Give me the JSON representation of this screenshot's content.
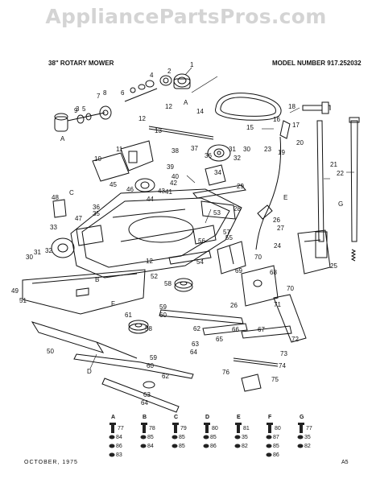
{
  "watermark": "AppliancePartsPros.com",
  "title": "38\" ROTARY MOWER",
  "model": "MODEL NUMBER 917.252032",
  "footer": {
    "date": "OCTOBER, 1975",
    "page": "A5"
  },
  "labels": [
    {
      "id": "l1",
      "t": "1"
    },
    {
      "id": "l2",
      "t": "2"
    },
    {
      "id": "l3",
      "t": "3"
    },
    {
      "id": "l4",
      "t": "4"
    },
    {
      "id": "l5",
      "t": "5"
    },
    {
      "id": "l6",
      "t": "6"
    },
    {
      "id": "l7",
      "t": "7"
    },
    {
      "id": "l8",
      "t": "8"
    },
    {
      "id": "l9",
      "t": "9"
    },
    {
      "id": "l10",
      "t": "10"
    },
    {
      "id": "l11",
      "t": "11"
    },
    {
      "id": "l12a",
      "t": "12"
    },
    {
      "id": "l12b",
      "t": "12"
    },
    {
      "id": "l12c",
      "t": "12"
    },
    {
      "id": "l13",
      "t": "13"
    },
    {
      "id": "l14",
      "t": "14"
    },
    {
      "id": "l15",
      "t": "15"
    },
    {
      "id": "l16",
      "t": "16"
    },
    {
      "id": "l17",
      "t": "17"
    },
    {
      "id": "l18",
      "t": "18"
    },
    {
      "id": "l19",
      "t": "19"
    },
    {
      "id": "l20",
      "t": "20"
    },
    {
      "id": "l21",
      "t": "21"
    },
    {
      "id": "l22",
      "t": "22"
    },
    {
      "id": "l23",
      "t": "23"
    },
    {
      "id": "l24",
      "t": "24"
    },
    {
      "id": "l25",
      "t": "25"
    },
    {
      "id": "l26a",
      "t": "26"
    },
    {
      "id": "l26b",
      "t": "26"
    },
    {
      "id": "l27",
      "t": "27"
    },
    {
      "id": "l28",
      "t": "28"
    },
    {
      "id": "l29",
      "t": "29"
    },
    {
      "id": "l30a",
      "t": "30"
    },
    {
      "id": "l30b",
      "t": "30"
    },
    {
      "id": "l31a",
      "t": "31"
    },
    {
      "id": "l31b",
      "t": "31"
    },
    {
      "id": "l32a",
      "t": "32"
    },
    {
      "id": "l32b",
      "t": "32"
    },
    {
      "id": "l33",
      "t": "33"
    },
    {
      "id": "l34",
      "t": "34"
    },
    {
      "id": "l35a",
      "t": "35"
    },
    {
      "id": "l36a",
      "t": "36"
    },
    {
      "id": "l36b",
      "t": "36"
    },
    {
      "id": "l37",
      "t": "37"
    },
    {
      "id": "l38",
      "t": "38"
    },
    {
      "id": "l39",
      "t": "39"
    },
    {
      "id": "l40",
      "t": "40"
    },
    {
      "id": "l41",
      "t": "41"
    },
    {
      "id": "l42",
      "t": "42"
    },
    {
      "id": "l43",
      "t": "43"
    },
    {
      "id": "l44",
      "t": "44"
    },
    {
      "id": "l45",
      "t": "45"
    },
    {
      "id": "l46",
      "t": "46"
    },
    {
      "id": "l47",
      "t": "47"
    },
    {
      "id": "l48",
      "t": "48"
    },
    {
      "id": "l49",
      "t": "49"
    },
    {
      "id": "l50",
      "t": "50"
    },
    {
      "id": "l51",
      "t": "51"
    },
    {
      "id": "l52",
      "t": "52"
    },
    {
      "id": "l53",
      "t": "53"
    },
    {
      "id": "l54",
      "t": "54"
    },
    {
      "id": "l55",
      "t": "55"
    },
    {
      "id": "l56",
      "t": "56"
    },
    {
      "id": "l57",
      "t": "57"
    },
    {
      "id": "l58a",
      "t": "58"
    },
    {
      "id": "l58b",
      "t": "58"
    },
    {
      "id": "l59a",
      "t": "59"
    },
    {
      "id": "l59b",
      "t": "59"
    },
    {
      "id": "l60a",
      "t": "60"
    },
    {
      "id": "l60b",
      "t": "60"
    },
    {
      "id": "l61",
      "t": "61"
    },
    {
      "id": "l62a",
      "t": "62"
    },
    {
      "id": "l62b",
      "t": "62"
    },
    {
      "id": "l63a",
      "t": "63"
    },
    {
      "id": "l63b",
      "t": "63"
    },
    {
      "id": "l64a",
      "t": "64"
    },
    {
      "id": "l64b",
      "t": "64"
    },
    {
      "id": "l65",
      "t": "65"
    },
    {
      "id": "l66",
      "t": "66"
    },
    {
      "id": "l67",
      "t": "67"
    },
    {
      "id": "l68",
      "t": "68"
    },
    {
      "id": "l69",
      "t": "69"
    },
    {
      "id": "l70a",
      "t": "70"
    },
    {
      "id": "l70b",
      "t": "70"
    },
    {
      "id": "l71",
      "t": "71"
    },
    {
      "id": "l72",
      "t": "72"
    },
    {
      "id": "l73",
      "t": "73"
    },
    {
      "id": "l74",
      "t": "74"
    },
    {
      "id": "l75",
      "t": "75"
    },
    {
      "id": "l76",
      "t": "76"
    },
    {
      "id": "lA1",
      "t": "A"
    },
    {
      "id": "lA2",
      "t": "A"
    },
    {
      "id": "lB",
      "t": "B"
    },
    {
      "id": "lC",
      "t": "C"
    },
    {
      "id": "lD",
      "t": "D"
    },
    {
      "id": "lE",
      "t": "E"
    },
    {
      "id": "lF",
      "t": "F"
    },
    {
      "id": "lG",
      "t": "G"
    }
  ],
  "hardware_key": [
    {
      "letter": "A",
      "parts": [
        "77",
        "84",
        "86",
        "83"
      ]
    },
    {
      "letter": "B",
      "parts": [
        "78",
        "85",
        "84"
      ]
    },
    {
      "letter": "C",
      "parts": [
        "79",
        "85",
        "85"
      ]
    },
    {
      "letter": "D",
      "parts": [
        "80",
        "85",
        "86"
      ]
    },
    {
      "letter": "E",
      "parts": [
        "81",
        "35",
        "82"
      ]
    },
    {
      "letter": "F",
      "parts": [
        "80",
        "87",
        "85",
        "86"
      ]
    },
    {
      "letter": "G",
      "parts": [
        "77",
        "35",
        "82"
      ]
    }
  ]
}
